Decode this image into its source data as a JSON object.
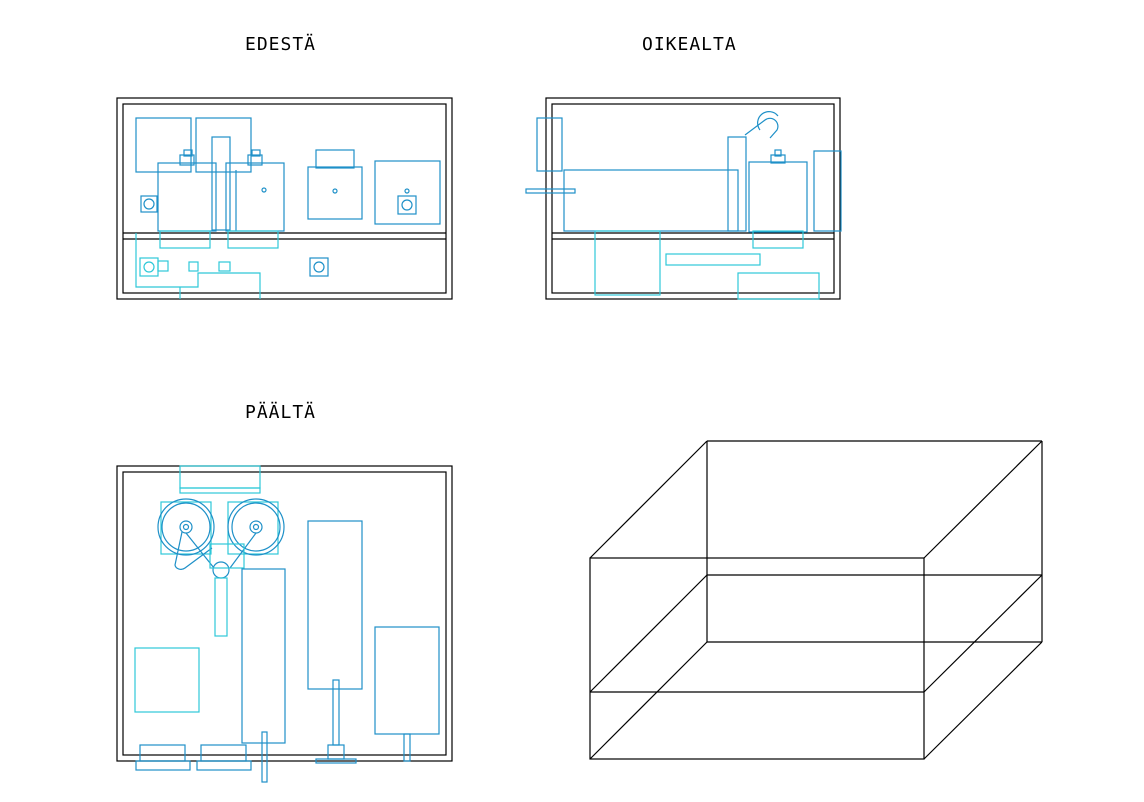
{
  "views": {
    "front": {
      "label": "EDESTÄ"
    },
    "right": {
      "label": "OIKEALTA"
    },
    "top": {
      "label": "PÄÄLTÄ"
    }
  },
  "colors": {
    "frame": "#000000",
    "component": "#1e90c8",
    "component_light": "#2ec8d8"
  }
}
